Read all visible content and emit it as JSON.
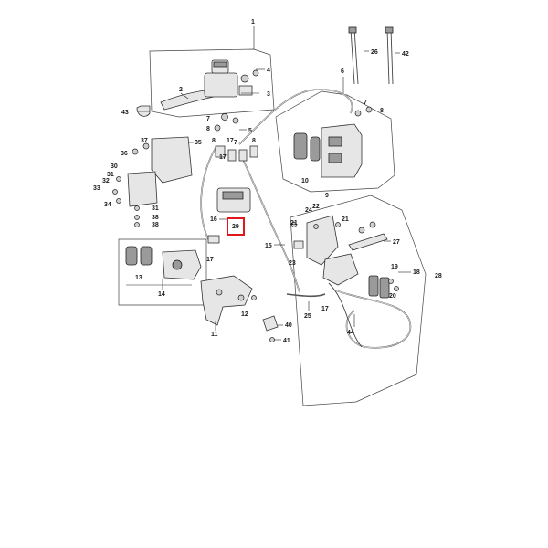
{
  "diagram": {
    "highlight_color": "#e0161b",
    "callouts": [
      {
        "id": "c1",
        "text": "1"
      },
      {
        "id": "c2",
        "text": "2"
      },
      {
        "id": "c3",
        "text": "3"
      },
      {
        "id": "c4",
        "text": "4"
      },
      {
        "id": "c5",
        "text": "5"
      },
      {
        "id": "c6",
        "text": "6"
      },
      {
        "id": "c7a",
        "text": "7"
      },
      {
        "id": "c7b",
        "text": "7"
      },
      {
        "id": "c7c",
        "text": "7"
      },
      {
        "id": "c8a",
        "text": "8"
      },
      {
        "id": "c8b",
        "text": "8"
      },
      {
        "id": "c8c",
        "text": "8"
      },
      {
        "id": "c8d",
        "text": "8"
      },
      {
        "id": "c9",
        "text": "9"
      },
      {
        "id": "c10",
        "text": "10"
      },
      {
        "id": "c11",
        "text": "11"
      },
      {
        "id": "c12",
        "text": "12"
      },
      {
        "id": "c13",
        "text": "13"
      },
      {
        "id": "c14",
        "text": "14"
      },
      {
        "id": "c15",
        "text": "15"
      },
      {
        "id": "c16",
        "text": "16"
      },
      {
        "id": "c17a",
        "text": "17"
      },
      {
        "id": "c17b",
        "text": "17"
      },
      {
        "id": "c17c",
        "text": "17"
      },
      {
        "id": "c17d",
        "text": "17"
      },
      {
        "id": "c18",
        "text": "18"
      },
      {
        "id": "c19",
        "text": "19"
      },
      {
        "id": "c20",
        "text": "20"
      },
      {
        "id": "c21a",
        "text": "21"
      },
      {
        "id": "c21b",
        "text": "21"
      },
      {
        "id": "c22",
        "text": "22"
      },
      {
        "id": "c23",
        "text": "23"
      },
      {
        "id": "c24",
        "text": "24"
      },
      {
        "id": "c25",
        "text": "25"
      },
      {
        "id": "c26",
        "text": "26"
      },
      {
        "id": "c27",
        "text": "27"
      },
      {
        "id": "c28",
        "text": "28"
      },
      {
        "id": "c29",
        "text": "29"
      },
      {
        "id": "c30",
        "text": "30"
      },
      {
        "id": "c31a",
        "text": "31"
      },
      {
        "id": "c31b",
        "text": "31"
      },
      {
        "id": "c32",
        "text": "32"
      },
      {
        "id": "c33",
        "text": "33"
      },
      {
        "id": "c34",
        "text": "34"
      },
      {
        "id": "c35",
        "text": "35"
      },
      {
        "id": "c36",
        "text": "36"
      },
      {
        "id": "c37",
        "text": "37"
      },
      {
        "id": "c38a",
        "text": "38"
      },
      {
        "id": "c38b",
        "text": "38"
      },
      {
        "id": "c40",
        "text": "40"
      },
      {
        "id": "c41",
        "text": "41"
      },
      {
        "id": "c42",
        "text": "42"
      },
      {
        "id": "c43",
        "text": "43"
      },
      {
        "id": "c44",
        "text": "44"
      }
    ]
  }
}
